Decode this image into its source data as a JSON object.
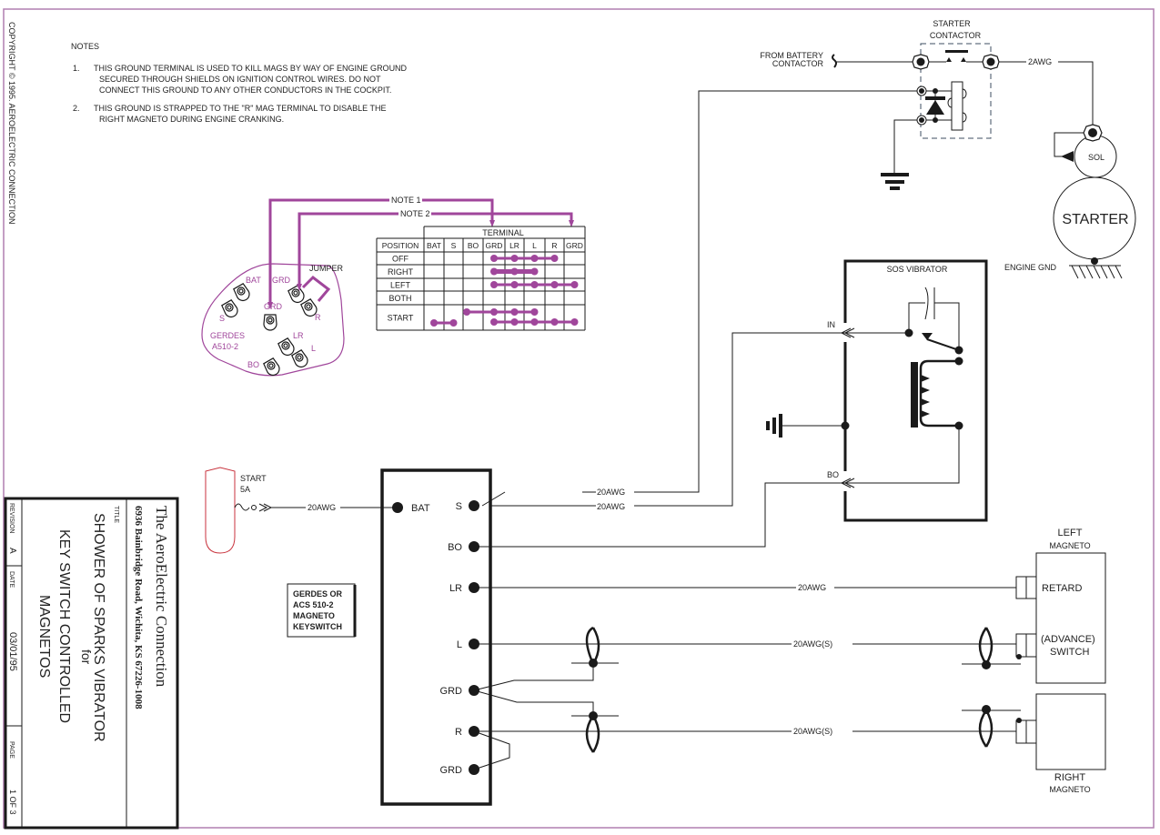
{
  "copyright": "COPYRIGHT © 1995. AEROELECTRIC CONNECTION",
  "notes": {
    "heading": "NOTES",
    "items": [
      {
        "num": "1.",
        "lines": [
          "THIS GROUND TERMINAL IS USED TO KILL MAGS BY WAY OF ENGINE GROUND",
          "SECURED THROUGH SHIELDS ON IGNITION CONTROL WIRES.   DO NOT",
          "CONNECT THIS GROUND TO ANY OTHER CONDUCTORS IN THE COCKPIT."
        ]
      },
      {
        "num": "2.",
        "lines": [
          "THIS GROUND IS STRAPPED TO THE \"R\" MAG TERMINAL TO DISABLE THE",
          "RIGHT MAGNETO DURING ENGINE CRANKING."
        ]
      }
    ]
  },
  "switch_face": {
    "name_lines": [
      "GERDES",
      "A510-2"
    ],
    "jumper_label": "JUMPER",
    "note1_label": "NOTE 1",
    "note2_label": "NOTE 2",
    "terminals": [
      "BAT",
      "GRD",
      "S",
      "GRD",
      "R",
      "LR",
      "L",
      "BO"
    ]
  },
  "terminal_table": {
    "group_header": "TERMINAL",
    "columns": [
      "POSITION",
      "BAT",
      "S",
      "BO",
      "GRD",
      "LR",
      "L",
      "R",
      "GRD"
    ],
    "rows": [
      {
        "position": "OFF",
        "connections": [
          [
            "GRD",
            "LR",
            "L",
            "R"
          ]
        ]
      },
      {
        "position": "RIGHT",
        "connections": [
          [
            "GRD",
            "LR",
            "L"
          ]
        ]
      },
      {
        "position": "LEFT",
        "connections": [
          [
            "GRD",
            "LR",
            "L",
            "R",
            "GRD2"
          ]
        ]
      },
      {
        "position": "BOTH",
        "connections": []
      },
      {
        "position": "START",
        "connections": [
          [
            "BAT",
            "S"
          ],
          [
            "BO",
            "GRD",
            "LR",
            "L"
          ],
          [
            "GRD",
            "LR",
            "L",
            "R",
            "GRD2"
          ]
        ]
      }
    ]
  },
  "starter": {
    "contactor_title": [
      "STARTER",
      "CONTACTOR"
    ],
    "from_battery": [
      "FROM BATTERY",
      "CONTACTOR"
    ],
    "wire_2awg": "2AWG",
    "sol_label": "SOL",
    "starter_label": "STARTER",
    "engine_gnd": "ENGINE GND"
  },
  "vibrator": {
    "title": "SOS VIBRATOR",
    "in_label": "IN",
    "bo_label": "BO"
  },
  "breaker": {
    "label_lines": [
      "START",
      "5A"
    ],
    "wire_label": "20AWG"
  },
  "keyswitch": {
    "terminals": [
      "BAT",
      "S",
      "BO",
      "LR",
      "L",
      "GRD",
      "R",
      "GRD"
    ],
    "caption_lines": [
      "GERDES OR",
      "ACS 510-2",
      "MAGNETO",
      "KEYSWITCH"
    ]
  },
  "wires": {
    "s_to_contactor": "20AWG",
    "s_to_vibrator": "20AWG",
    "lr": "20AWG",
    "l": "20AWG(S)",
    "r": "20AWG(S)"
  },
  "left_magneto": {
    "title": [
      "LEFT",
      "MAGNETO"
    ],
    "retard": "RETARD",
    "switch_lines": [
      "(ADVANCE)",
      "SWITCH"
    ]
  },
  "right_magneto": {
    "title": [
      "RIGHT",
      "MAGNETO"
    ]
  },
  "title_block": {
    "company": "The AeroElectric Connection",
    "address": "6936 Bainbridge Road, Wichita, KS 67226-1008",
    "title_label": "TITLE",
    "title_lines": [
      "SHOWER OF SPARKS VIBRATOR",
      "for",
      "KEY SWITCH CONTROLLED",
      "MAGNETOS"
    ],
    "revision_label": "REVISION",
    "revision": "A",
    "date_label": "DATE",
    "date": "03/01/95",
    "page_label": "PAGE",
    "page": "1 OF 3"
  },
  "colors": {
    "ink": "#1a1a1a",
    "magenta": "#a0469b",
    "border": "#b07fb0",
    "fuse_red": "#c8323c",
    "dash_blue": "#3c4e60"
  }
}
